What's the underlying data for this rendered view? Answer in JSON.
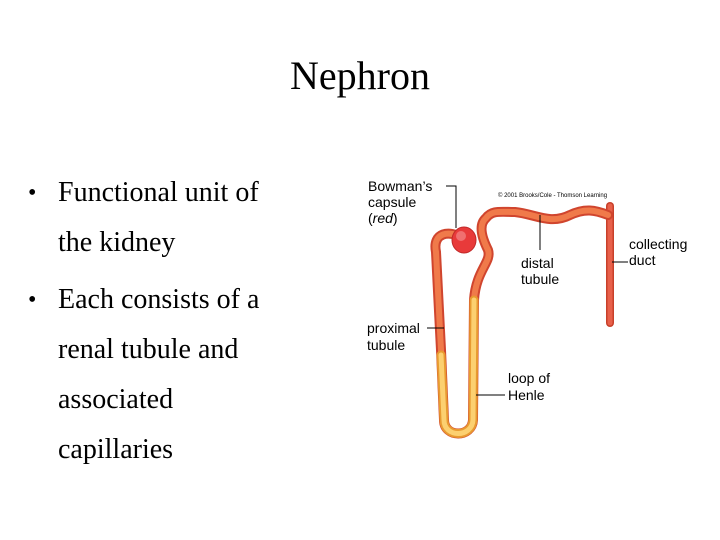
{
  "title": "Nephron",
  "bullets": [
    {
      "lines": [
        "Functional unit of",
        "the kidney"
      ]
    },
    {
      "lines": [
        "Each consists of a",
        "renal tubule and",
        "associated",
        "capillaries"
      ]
    }
  ],
  "figure": {
    "bowman": [
      "Bowman’s",
      "capsule",
      "(",
      "red",
      ")"
    ],
    "copyright": "© 2001 Brooks/Cole - Thomson Learning",
    "distal": [
      "distal",
      "tubule"
    ],
    "collecting": [
      "collecting",
      "duct"
    ],
    "proximal": [
      "proximal",
      "tubule"
    ],
    "loop": [
      "loop of",
      "Henle"
    ]
  },
  "colors": {
    "tubule": "#e8553a",
    "loop": "#f5b040"
  }
}
